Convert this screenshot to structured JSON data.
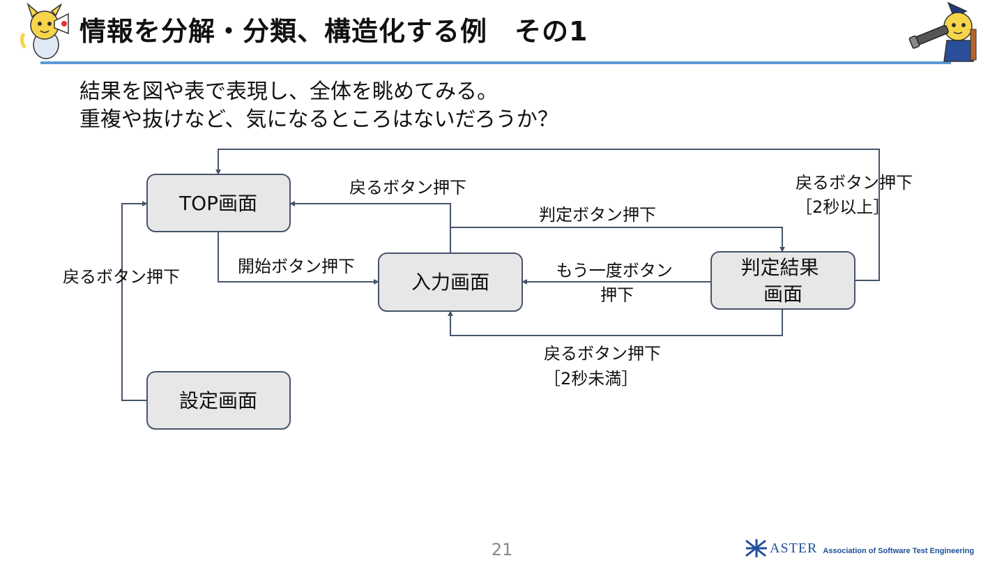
{
  "slide": {
    "title": "情報を分解・分類、構造化する例　その1",
    "intro_lines": [
      "結果を図や表で表現し、全体を眺めてみる。",
      "重複や抜けなど、気になるところはないだろうか？"
    ],
    "page_number": "21",
    "accent_color": "#5b9bd5"
  },
  "footer": {
    "logo_word": "ASTER",
    "logo_tagline": "Association of Software Test Engineering"
  },
  "diagram": {
    "nodes": {
      "top": {
        "lines": [
          "TOP画面"
        ]
      },
      "input": {
        "lines": [
          "入力画面"
        ]
      },
      "result": {
        "lines": [
          "判定結果",
          "画面"
        ]
      },
      "settings": {
        "lines": [
          "設定画面"
        ]
      }
    },
    "edges": {
      "result_to_top": {
        "lines": [
          "戻るボタン押下",
          "［2秒以上］"
        ]
      },
      "input_to_top": {
        "lines": [
          "戻るボタン押下"
        ]
      },
      "input_to_result": {
        "lines": [
          "判定ボタン押下"
        ]
      },
      "top_to_input": {
        "lines": [
          "開始ボタン押下"
        ]
      },
      "result_to_input": {
        "lines": [
          "もう一度ボタン",
          "押下"
        ]
      },
      "settings_to_top": {
        "lines": [
          "戻るボタン押下"
        ]
      },
      "result_to_input_back": {
        "lines": [
          "戻るボタン押下",
          "［2秒未満］"
        ]
      }
    },
    "colors": {
      "node_fill": "#e7e7e7",
      "node_stroke": "#46546a",
      "edge_stroke": "#46546a"
    }
  }
}
